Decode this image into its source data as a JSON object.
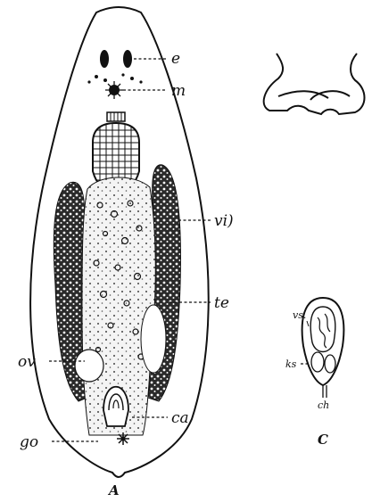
{
  "figure": {
    "labels": {
      "e": "e",
      "m": "m",
      "vi": "vi)",
      "te": "te",
      "ov": "ov",
      "ca": "ca",
      "go": "go",
      "vs": "vs.",
      "ks": "ks",
      "ch": "ch"
    },
    "captions": {
      "a": "A",
      "c": "C"
    }
  }
}
